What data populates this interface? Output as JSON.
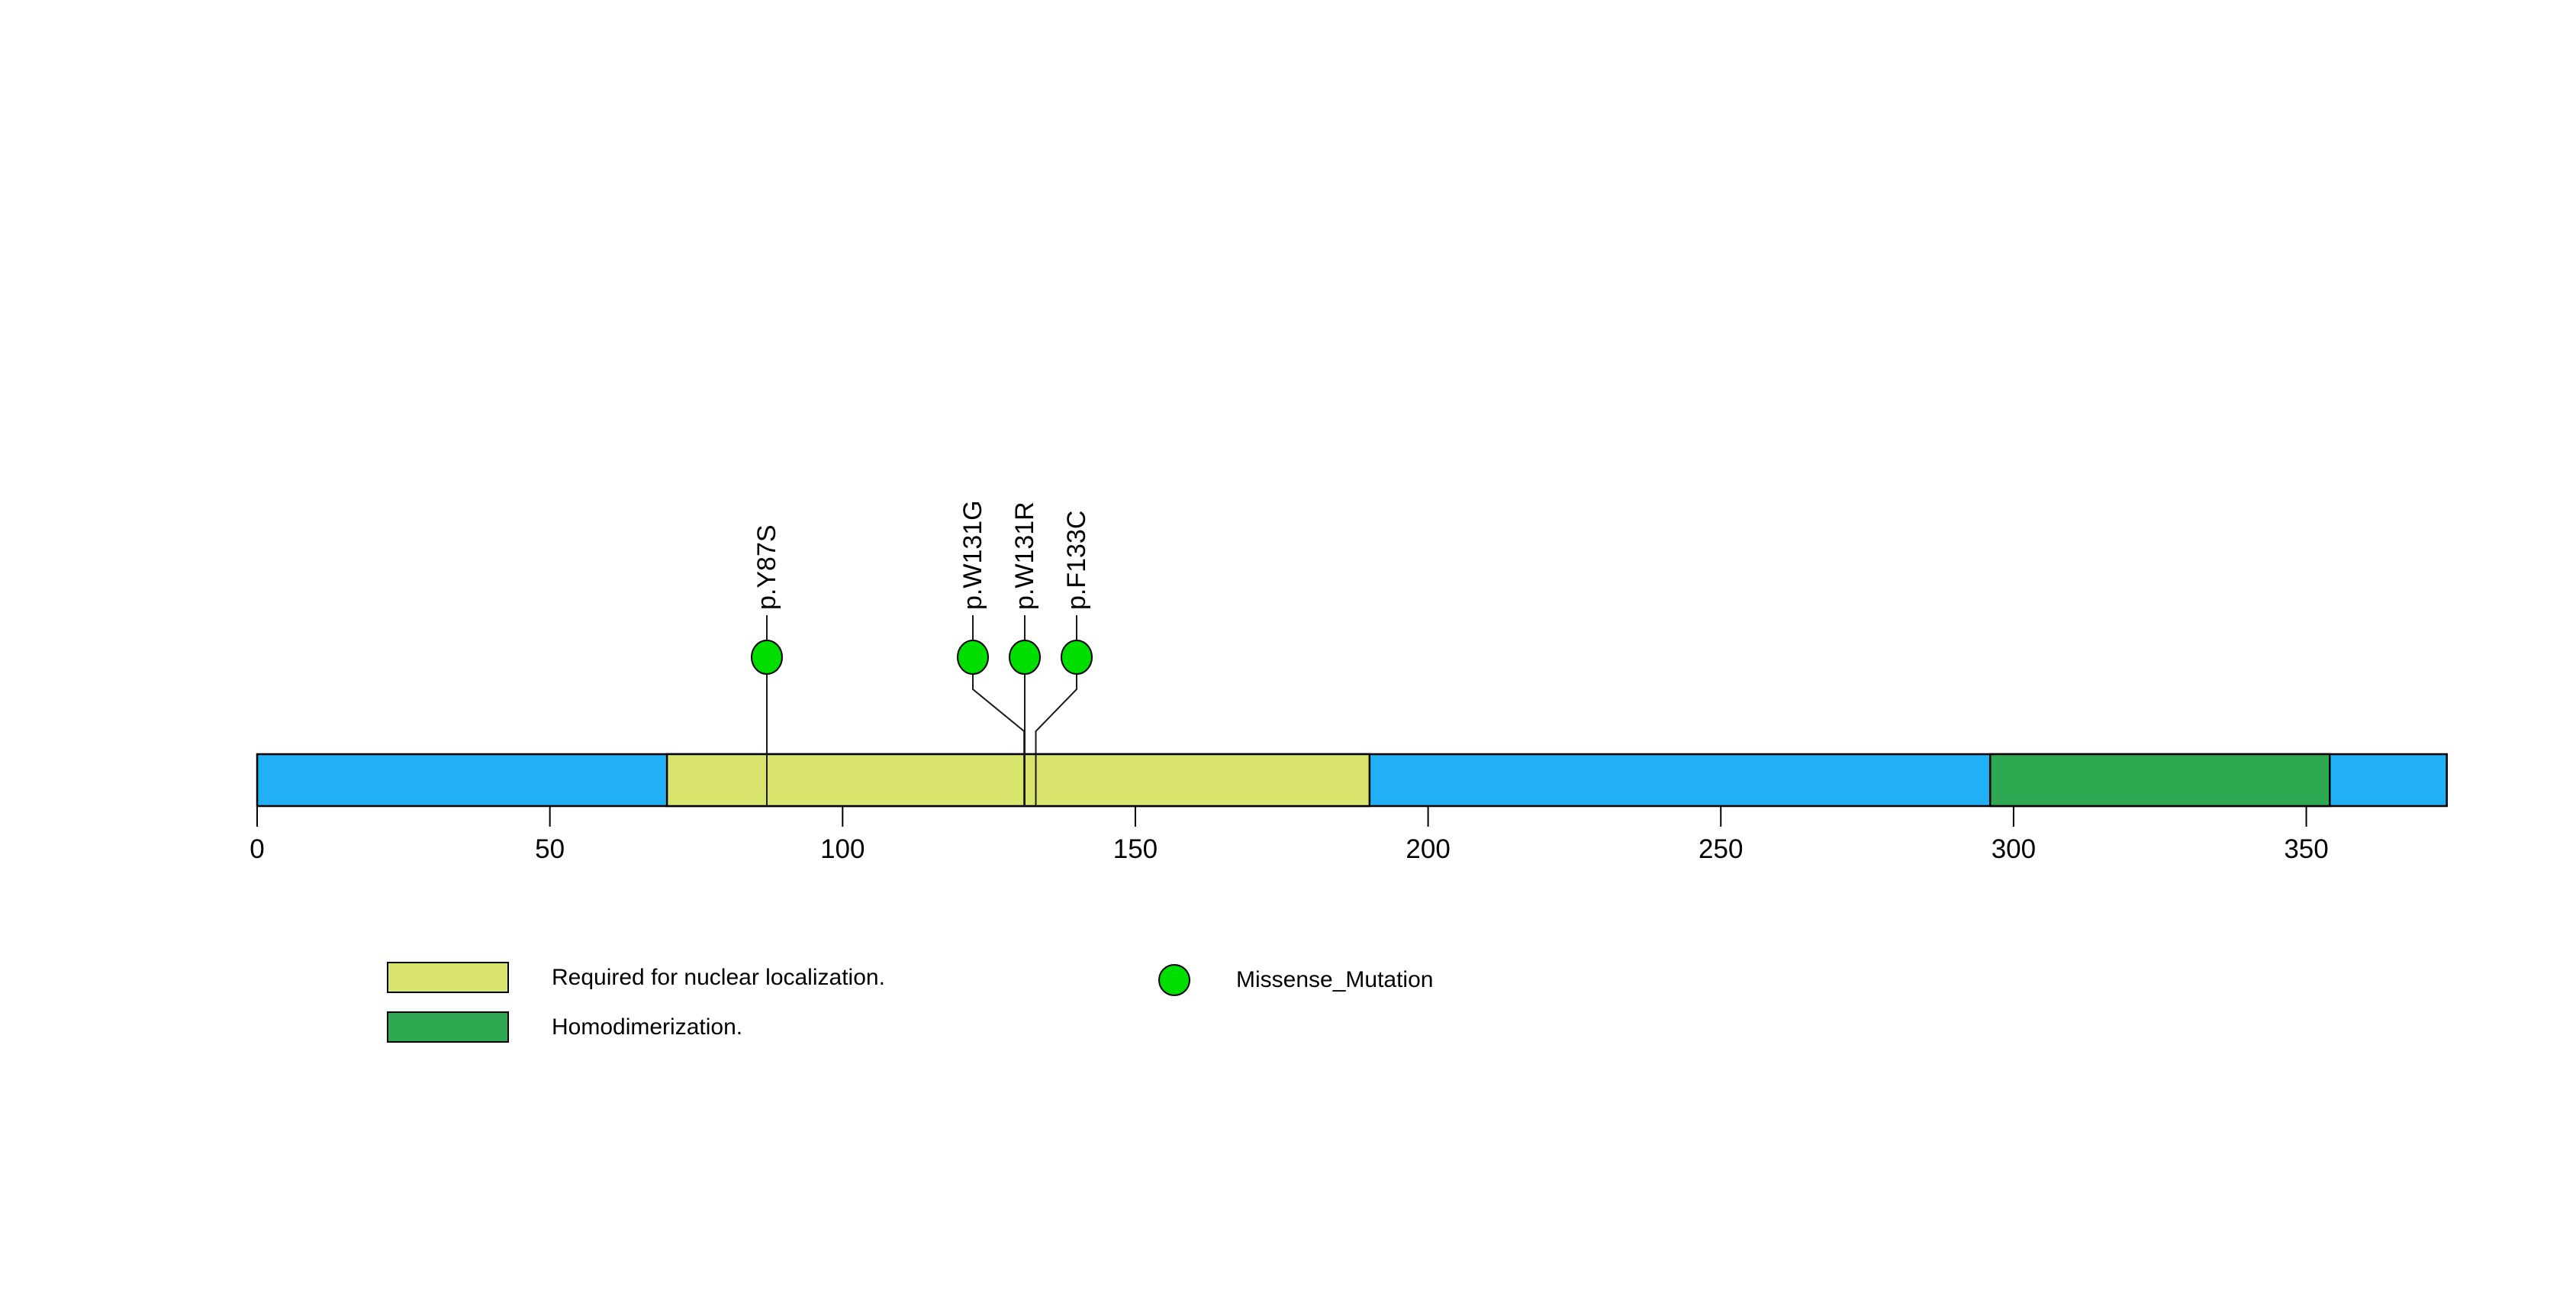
{
  "chart_data": {
    "type": "lollipop",
    "title": "",
    "xaxis": {
      "ticks": [
        0,
        50,
        100,
        150,
        200,
        250,
        300,
        350
      ],
      "range": [
        0,
        374
      ]
    },
    "protein": {
      "length": 374,
      "backbone_color": "#21AFF5"
    },
    "domains": [
      {
        "name": "Required for nuclear localization.",
        "start": 70,
        "end": 190,
        "color": "#D8E46C"
      },
      {
        "name": "Homodimerization.",
        "start": 296,
        "end": 354,
        "color": "#2FA852"
      }
    ],
    "mutations": [
      {
        "label": "p.Y87S",
        "position": 87,
        "type": "Missense_Mutation"
      },
      {
        "label": "p.W131G",
        "position": 131,
        "type": "Missense_Mutation"
      },
      {
        "label": "p.W131R",
        "position": 131,
        "type": "Missense_Mutation"
      },
      {
        "label": "p.F133C",
        "position": 133,
        "type": "Missense_Mutation"
      }
    ],
    "mutation_types": [
      {
        "name": "Missense_Mutation",
        "color": "#00DE00"
      }
    ],
    "legend": {
      "domain_items": [
        {
          "label": "Required for nuclear localization.",
          "color": "#D8E46C"
        },
        {
          "label": "Homodimerization.",
          "color": "#2FA852"
        }
      ],
      "mutation_items": [
        {
          "label": "Missense_Mutation",
          "color": "#00DE00"
        }
      ]
    }
  }
}
